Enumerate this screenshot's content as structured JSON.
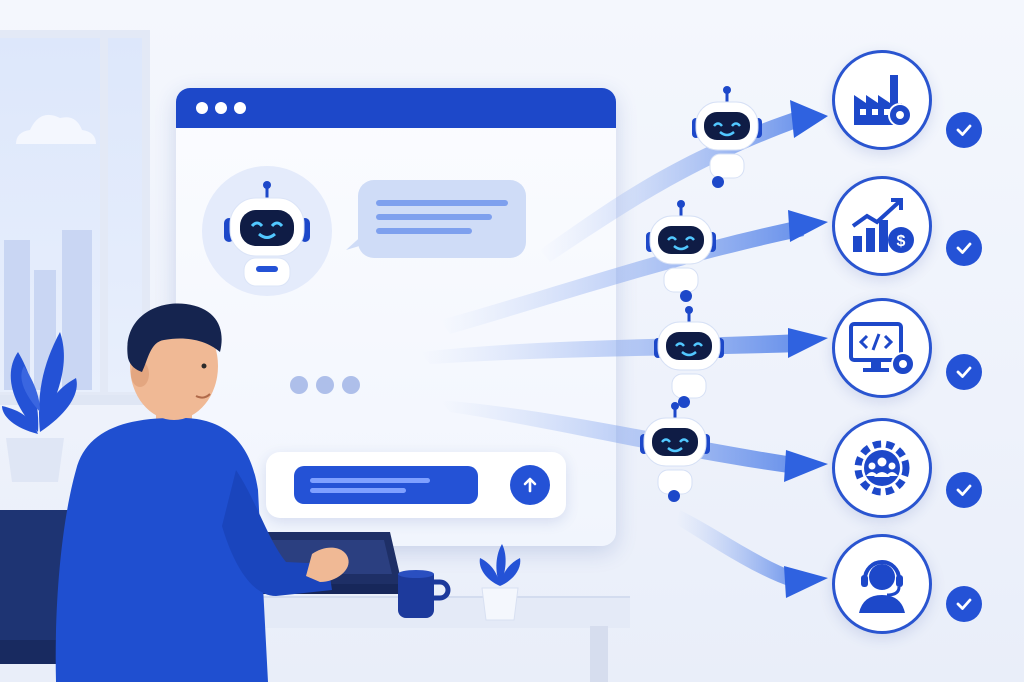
{
  "scene": {
    "theme": {
      "primary": "#1d48c9",
      "accent": "#2452d6",
      "light": "#cfdcf7",
      "background": "#f1f5fd"
    }
  },
  "chat_window": {
    "titlebar_dots": [
      "dot",
      "dot",
      "dot"
    ],
    "avatar_icon": "robot-icon",
    "message_bubble_icon": "chat-bubble",
    "typing_indicator": "typing-dots",
    "send_icon": "arrow-up-icon"
  },
  "flying_bots": [
    {
      "icon": "robot-icon"
    },
    {
      "icon": "robot-icon"
    },
    {
      "icon": "robot-icon"
    },
    {
      "icon": "robot-icon"
    }
  ],
  "destinations": [
    {
      "icon": "factory-gear-icon",
      "status_icon": "check-icon"
    },
    {
      "icon": "finance-growth-icon",
      "status_icon": "check-icon"
    },
    {
      "icon": "code-monitor-icon",
      "status_icon": "check-icon"
    },
    {
      "icon": "team-gear-icon",
      "status_icon": "check-icon"
    },
    {
      "icon": "support-headset-icon",
      "status_icon": "check-icon"
    }
  ]
}
